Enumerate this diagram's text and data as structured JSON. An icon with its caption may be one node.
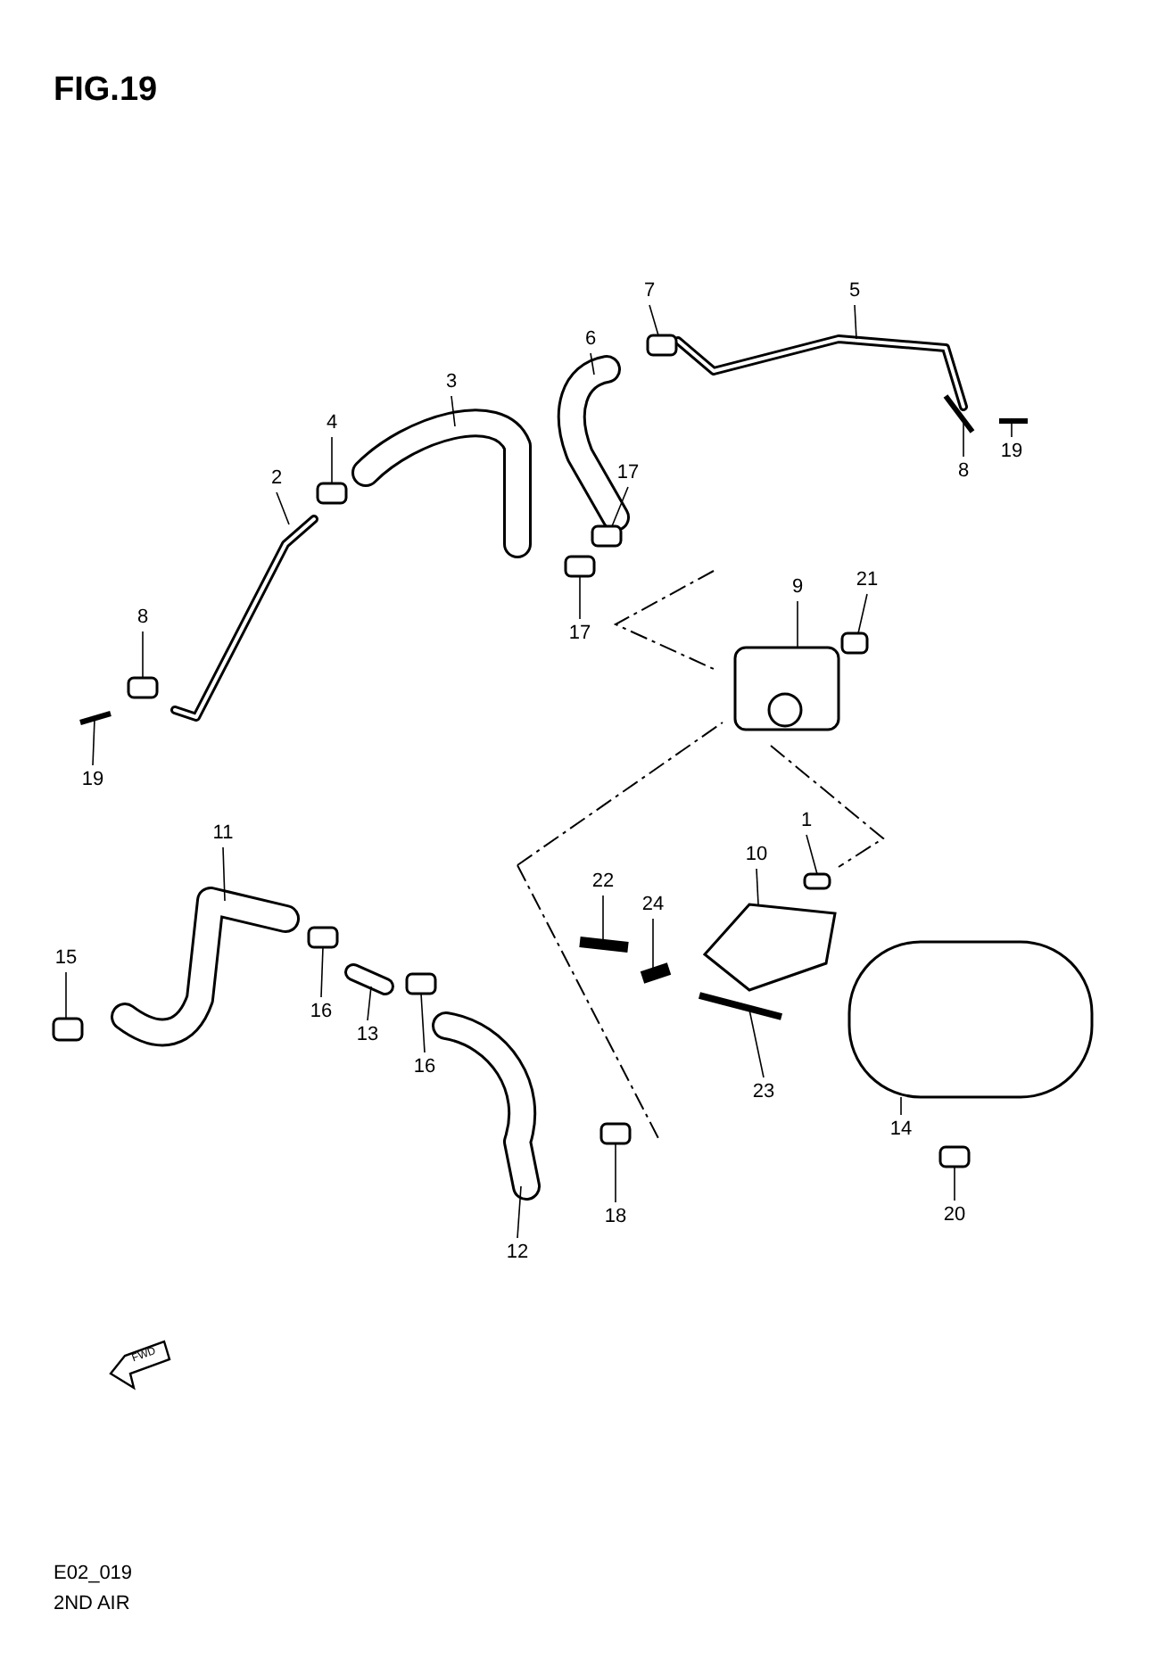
{
  "diagram": {
    "title": "FIG.19",
    "nodes": [
      {
        "text": [
          "5"
        ]
      },
      {
        "text": [
          "7"
        ]
      },
      {
        "text": [
          "6"
        ]
      },
      {
        "text": [
          "3"
        ]
      },
      {
        "text": [
          "4"
        ]
      },
      {
        "text": [
          "19"
        ]
      },
      {
        "text": [
          "8"
        ]
      },
      {
        "text": [
          "17"
        ]
      },
      {
        "text": [
          "2"
        ]
      },
      {
        "text": [
          "21"
        ]
      },
      {
        "text": [
          "9"
        ]
      },
      {
        "text": [
          "8"
        ]
      },
      {
        "text": [
          "17"
        ]
      },
      {
        "text": [
          "19"
        ]
      },
      {
        "text": [
          "1"
        ]
      },
      {
        "text": [
          "11"
        ]
      },
      {
        "text": [
          "10"
        ]
      },
      {
        "text": [
          "22"
        ]
      },
      {
        "text": [
          "24"
        ]
      },
      {
        "text": [
          "15"
        ]
      },
      {
        "text": [
          "16"
        ]
      },
      {
        "text": [
          "13"
        ]
      },
      {
        "text": [
          "16"
        ]
      },
      {
        "text": [
          "23"
        ]
      },
      {
        "text": [
          "14"
        ]
      },
      {
        "text": [
          "20"
        ]
      },
      {
        "text": [
          "18"
        ]
      },
      {
        "text": [
          "12"
        ]
      },
      {
        "text": [],
        "shape": "picture"
      },
      {
        "text": [],
        "shape": "box"
      },
      {
        "text": [],
        "shape": "picture"
      },
      {
        "text": [],
        "shape": "picture"
      },
      {
        "text": [],
        "shape": "box"
      },
      {
        "text": [],
        "shape": "picture"
      },
      {
        "text": [],
        "shape": "picture"
      },
      {
        "text": [],
        "shape": "box"
      },
      {
        "text": [],
        "shape": "picture"
      },
      {
        "text": [],
        "shape": "box"
      },
      {
        "text": [],
        "shape": "picture"
      },
      {
        "text": [],
        "shape": "box"
      },
      {
        "text": [],
        "shape": "box"
      },
      {
        "text": [],
        "shape": "picture"
      },
      {
        "text": [],
        "shape": "box"
      },
      {
        "text": [],
        "shape": "picture"
      },
      {
        "text": [],
        "shape": "picture"
      },
      {
        "text": [],
        "shape": "picture"
      },
      {
        "text": [],
        "shape": "picture"
      },
      {
        "text": [],
        "shape": "box"
      },
      {
        "text": [],
        "shape": "box"
      },
      {
        "text": [],
        "shape": "picture"
      },
      {
        "text": [],
        "shape": "box"
      },
      {
        "text": [],
        "shape": "picture"
      },
      {
        "text": [],
        "shape": "picture"
      },
      {
        "text": [],
        "shape": "box"
      },
      {
        "text": [],
        "shape": "box"
      },
      {
        "text": [],
        "shape": "picture"
      }
    ],
    "edges": [
      {
        "from": 0,
        "to": 28,
        "arrow": "none"
      },
      {
        "from": 1,
        "to": 29,
        "arrow": "none"
      },
      {
        "from": 2,
        "to": 30,
        "arrow": "none"
      },
      {
        "from": 3,
        "to": 31,
        "arrow": "none"
      },
      {
        "from": 4,
        "to": 32,
        "arrow": "none"
      },
      {
        "from": 5,
        "to": 33,
        "arrow": "none"
      },
      {
        "from": 6,
        "to": 34,
        "arrow": "none"
      },
      {
        "from": 7,
        "to": 35,
        "arrow": "none"
      },
      {
        "from": 8,
        "to": 36,
        "arrow": "none"
      },
      {
        "from": 9,
        "to": 37,
        "arrow": "none"
      },
      {
        "from": 10,
        "to": 38,
        "arrow": "none"
      },
      {
        "from": 11,
        "to": 39,
        "arrow": "none"
      },
      {
        "from": 12,
        "to": 40,
        "arrow": "none"
      },
      {
        "from": 13,
        "to": 41,
        "arrow": "none"
      },
      {
        "from": 14,
        "to": 42,
        "arrow": "none"
      },
      {
        "from": 15,
        "to": 43,
        "arrow": "none"
      },
      {
        "from": 16,
        "to": 44,
        "arrow": "none"
      },
      {
        "from": 17,
        "to": 45,
        "arrow": "none"
      },
      {
        "from": 18,
        "to": 46,
        "arrow": "none"
      },
      {
        "from": 19,
        "to": 47,
        "arrow": "none"
      },
      {
        "from": 20,
        "to": 48,
        "arrow": "none"
      },
      {
        "from": 21,
        "to": 49,
        "arrow": "none"
      },
      {
        "from": 22,
        "to": 50,
        "arrow": "none"
      },
      {
        "from": 23,
        "to": 51,
        "arrow": "none"
      },
      {
        "from": 24,
        "to": 52,
        "arrow": "none"
      },
      {
        "from": 25,
        "to": 53,
        "arrow": "none"
      },
      {
        "from": 26,
        "to": 54,
        "arrow": "none"
      },
      {
        "from": 27,
        "to": 55,
        "arrow": "none"
      }
    ],
    "labels": [
      "FWD",
      "E02_019",
      "2ND AIR"
    ]
  }
}
